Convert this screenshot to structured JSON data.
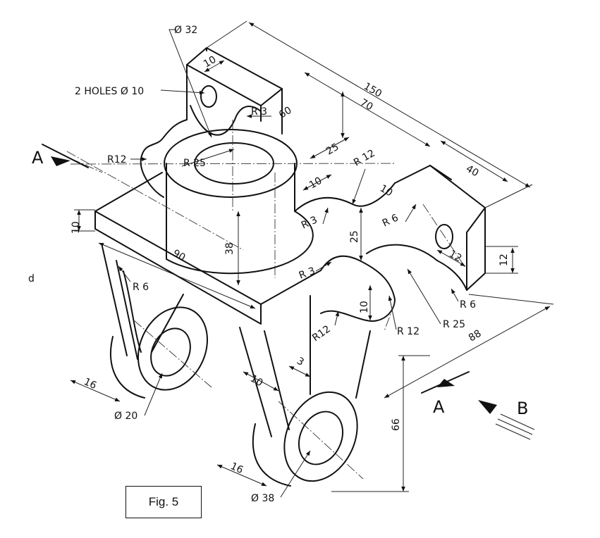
{
  "figure": {
    "caption": "Fig. 5"
  },
  "labels": {
    "section_a": "A",
    "view_b": "B",
    "holes_note": "2 HOLES Ø 10",
    "stray_mark": "d"
  },
  "dimensions": {
    "d32": "Ø 32",
    "d10_top": "10",
    "r3_top": "R 3",
    "d60": "60",
    "d150": "150",
    "d70": "70",
    "r12_left": "R12",
    "r25_boss": "R 25",
    "d25_top": "25",
    "r12_mid": "R 12",
    "d40": "40",
    "d10_a": "10",
    "d10_b": "10",
    "r3_a": "R 3",
    "r6_right": "R 6",
    "d10_left": "10",
    "d38": "38",
    "d25_mid": "25",
    "d12_hole": "12",
    "d12_right": "12",
    "d90": "90",
    "r3_b": "R 3",
    "r6_left": "R 6",
    "r6_lower": "R 6",
    "r12_lower": "R12",
    "d10_c": "10",
    "r12_right": "R 12",
    "r25_right": "R 25",
    "d88": "88",
    "d3": "3",
    "d16_left": "16",
    "d10_leg": "10",
    "d20": "Ø 20",
    "d66": "66",
    "d16_right": "16",
    "d38_dia": "Ø 38"
  },
  "colors": {
    "ink": "#111111",
    "paper": "#ffffff"
  }
}
